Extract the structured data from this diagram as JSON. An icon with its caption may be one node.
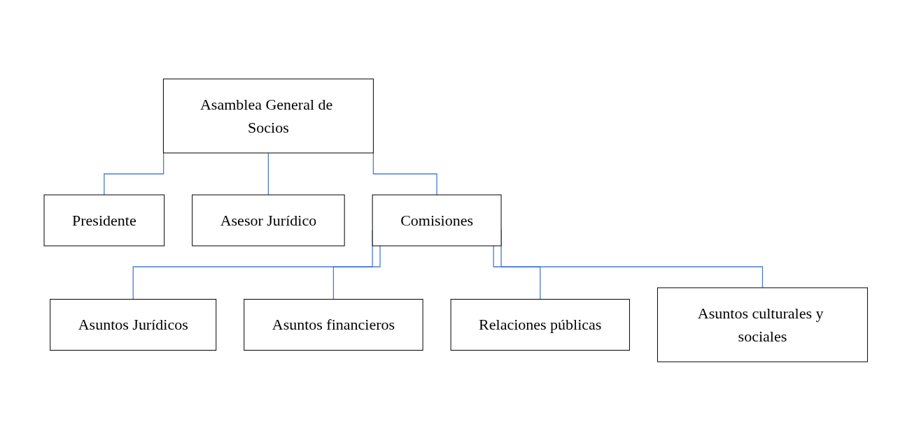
{
  "diagram": {
    "nodes": [
      {
        "text": [
          "Asamblea General de Socios"
        ]
      },
      {
        "text": [
          "Presidente"
        ]
      },
      {
        "text": [
          "Asesor Jurídico"
        ]
      },
      {
        "text": [
          "Comisiones"
        ]
      },
      {
        "text": [
          "Asuntos Jurídicos"
        ]
      },
      {
        "text": [
          "Asuntos financieros"
        ]
      },
      {
        "text": [
          "Relaciones públicas"
        ]
      },
      {
        "text": [
          "Asuntos culturales y sociales"
        ]
      }
    ],
    "edges": [
      {
        "from": 0,
        "to": 1,
        "arrow": "none"
      },
      {
        "from": 0,
        "to": 2,
        "arrow": "none"
      },
      {
        "from": 0,
        "to": 3,
        "arrow": "none"
      },
      {
        "from": 3,
        "to": 4,
        "arrow": "none"
      },
      {
        "from": 3,
        "to": 5,
        "arrow": "none"
      },
      {
        "from": 3,
        "to": 6,
        "arrow": "none"
      },
      {
        "from": 3,
        "to": 7,
        "arrow": "none"
      }
    ]
  }
}
